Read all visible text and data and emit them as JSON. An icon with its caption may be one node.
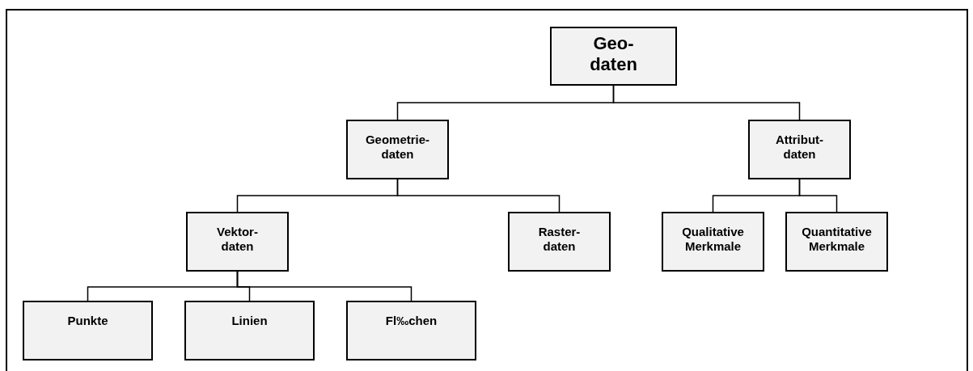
{
  "diagram": {
    "nodes": [
      {
        "text": [
          "Geo- daten"
        ]
      },
      {
        "text": [
          "Geometrie- daten"
        ]
      },
      {
        "text": [
          "Attribut- daten"
        ]
      },
      {
        "text": [
          "Vektor- daten"
        ]
      },
      {
        "text": [
          "Raster- daten"
        ]
      },
      {
        "text": [
          "Qualitative Merkmale"
        ]
      },
      {
        "text": [
          "Quantitative Merkmale"
        ]
      },
      {
        "text": [
          "Punkte"
        ]
      },
      {
        "text": [
          "Linien"
        ]
      },
      {
        "text": [
          "Fl‰chen"
        ]
      }
    ],
    "edges": [
      {
        "from": 0,
        "to": 1,
        "arrow": "none"
      },
      {
        "from": 0,
        "to": 2,
        "arrow": "none"
      },
      {
        "from": 1,
        "to": 3,
        "arrow": "none"
      },
      {
        "from": 1,
        "to": 4,
        "arrow": "none"
      },
      {
        "from": 2,
        "to": 5,
        "arrow": "none"
      },
      {
        "from": 2,
        "to": 6,
        "arrow": "none"
      },
      {
        "from": 3,
        "to": 7,
        "arrow": "none"
      },
      {
        "from": 3,
        "to": 8,
        "arrow": "none"
      },
      {
        "from": 3,
        "to": 9,
        "arrow": "none"
      }
    ]
  }
}
